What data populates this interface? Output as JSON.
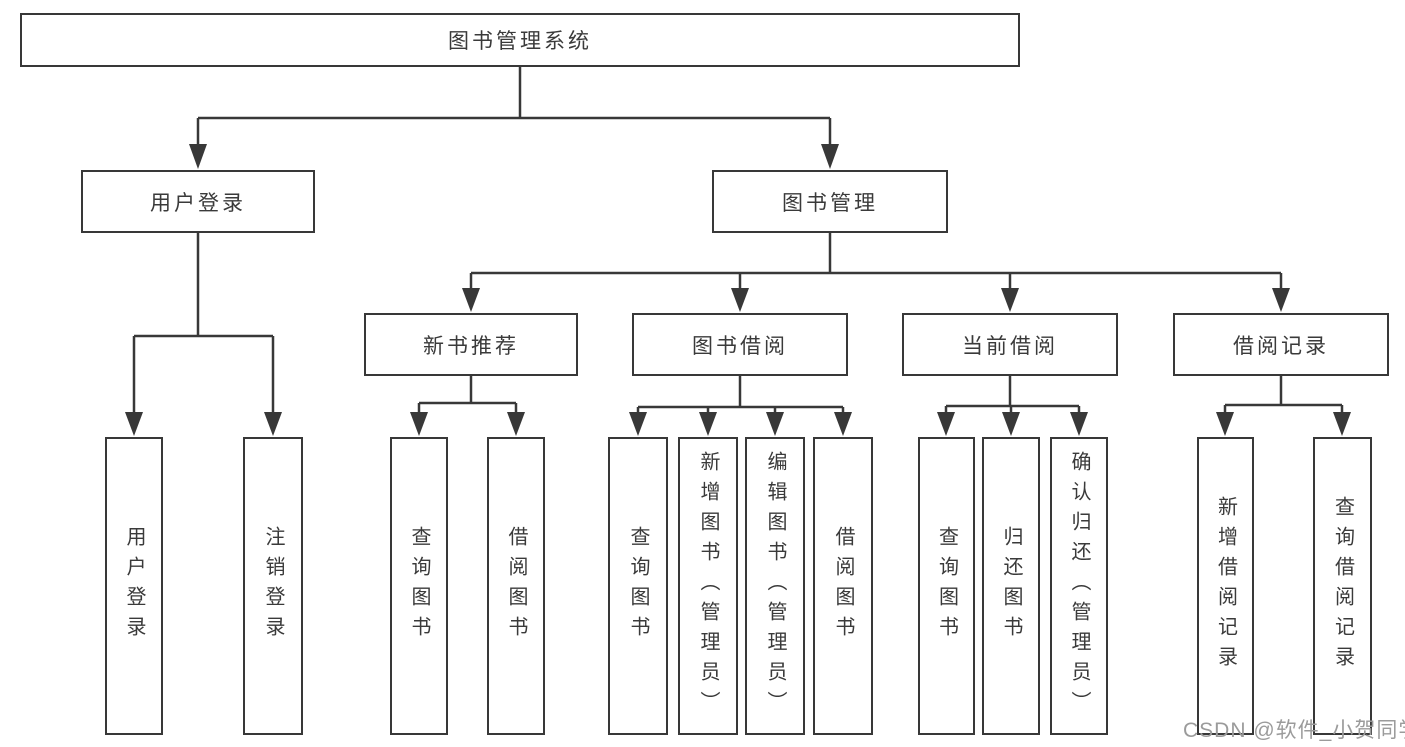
{
  "tree": {
    "root": {
      "label": "图书管理系统",
      "children": [
        {
          "label": "用户登录",
          "children": [
            {
              "label": "用户登录"
            },
            {
              "label": "注销登录"
            }
          ]
        },
        {
          "label": "图书管理",
          "children": [
            {
              "label": "新书推荐",
              "children": [
                {
                  "label": "查询图书"
                },
                {
                  "label": "借阅图书"
                }
              ]
            },
            {
              "label": "图书借阅",
              "children": [
                {
                  "label": "查询图书"
                },
                {
                  "label": "新增图书（管理员）"
                },
                {
                  "label": "编辑图书（管理员）"
                },
                {
                  "label": "借阅图书"
                }
              ]
            },
            {
              "label": "当前借阅",
              "children": [
                {
                  "label": "查询图书"
                },
                {
                  "label": "归还图书"
                },
                {
                  "label": "确认归还（管理员）"
                }
              ]
            },
            {
              "label": "借阅记录",
              "children": [
                {
                  "label": "新增借阅记录"
                },
                {
                  "label": "查询借阅记录"
                }
              ]
            }
          ]
        }
      ]
    }
  },
  "watermark": {
    "text": "CSDN @软件_小贺同学"
  },
  "colors": {
    "line": "#383838",
    "box_border": "#383838",
    "text": "#3a3a3a",
    "watermark": "#9b9b9b",
    "background": "#ffffff"
  }
}
